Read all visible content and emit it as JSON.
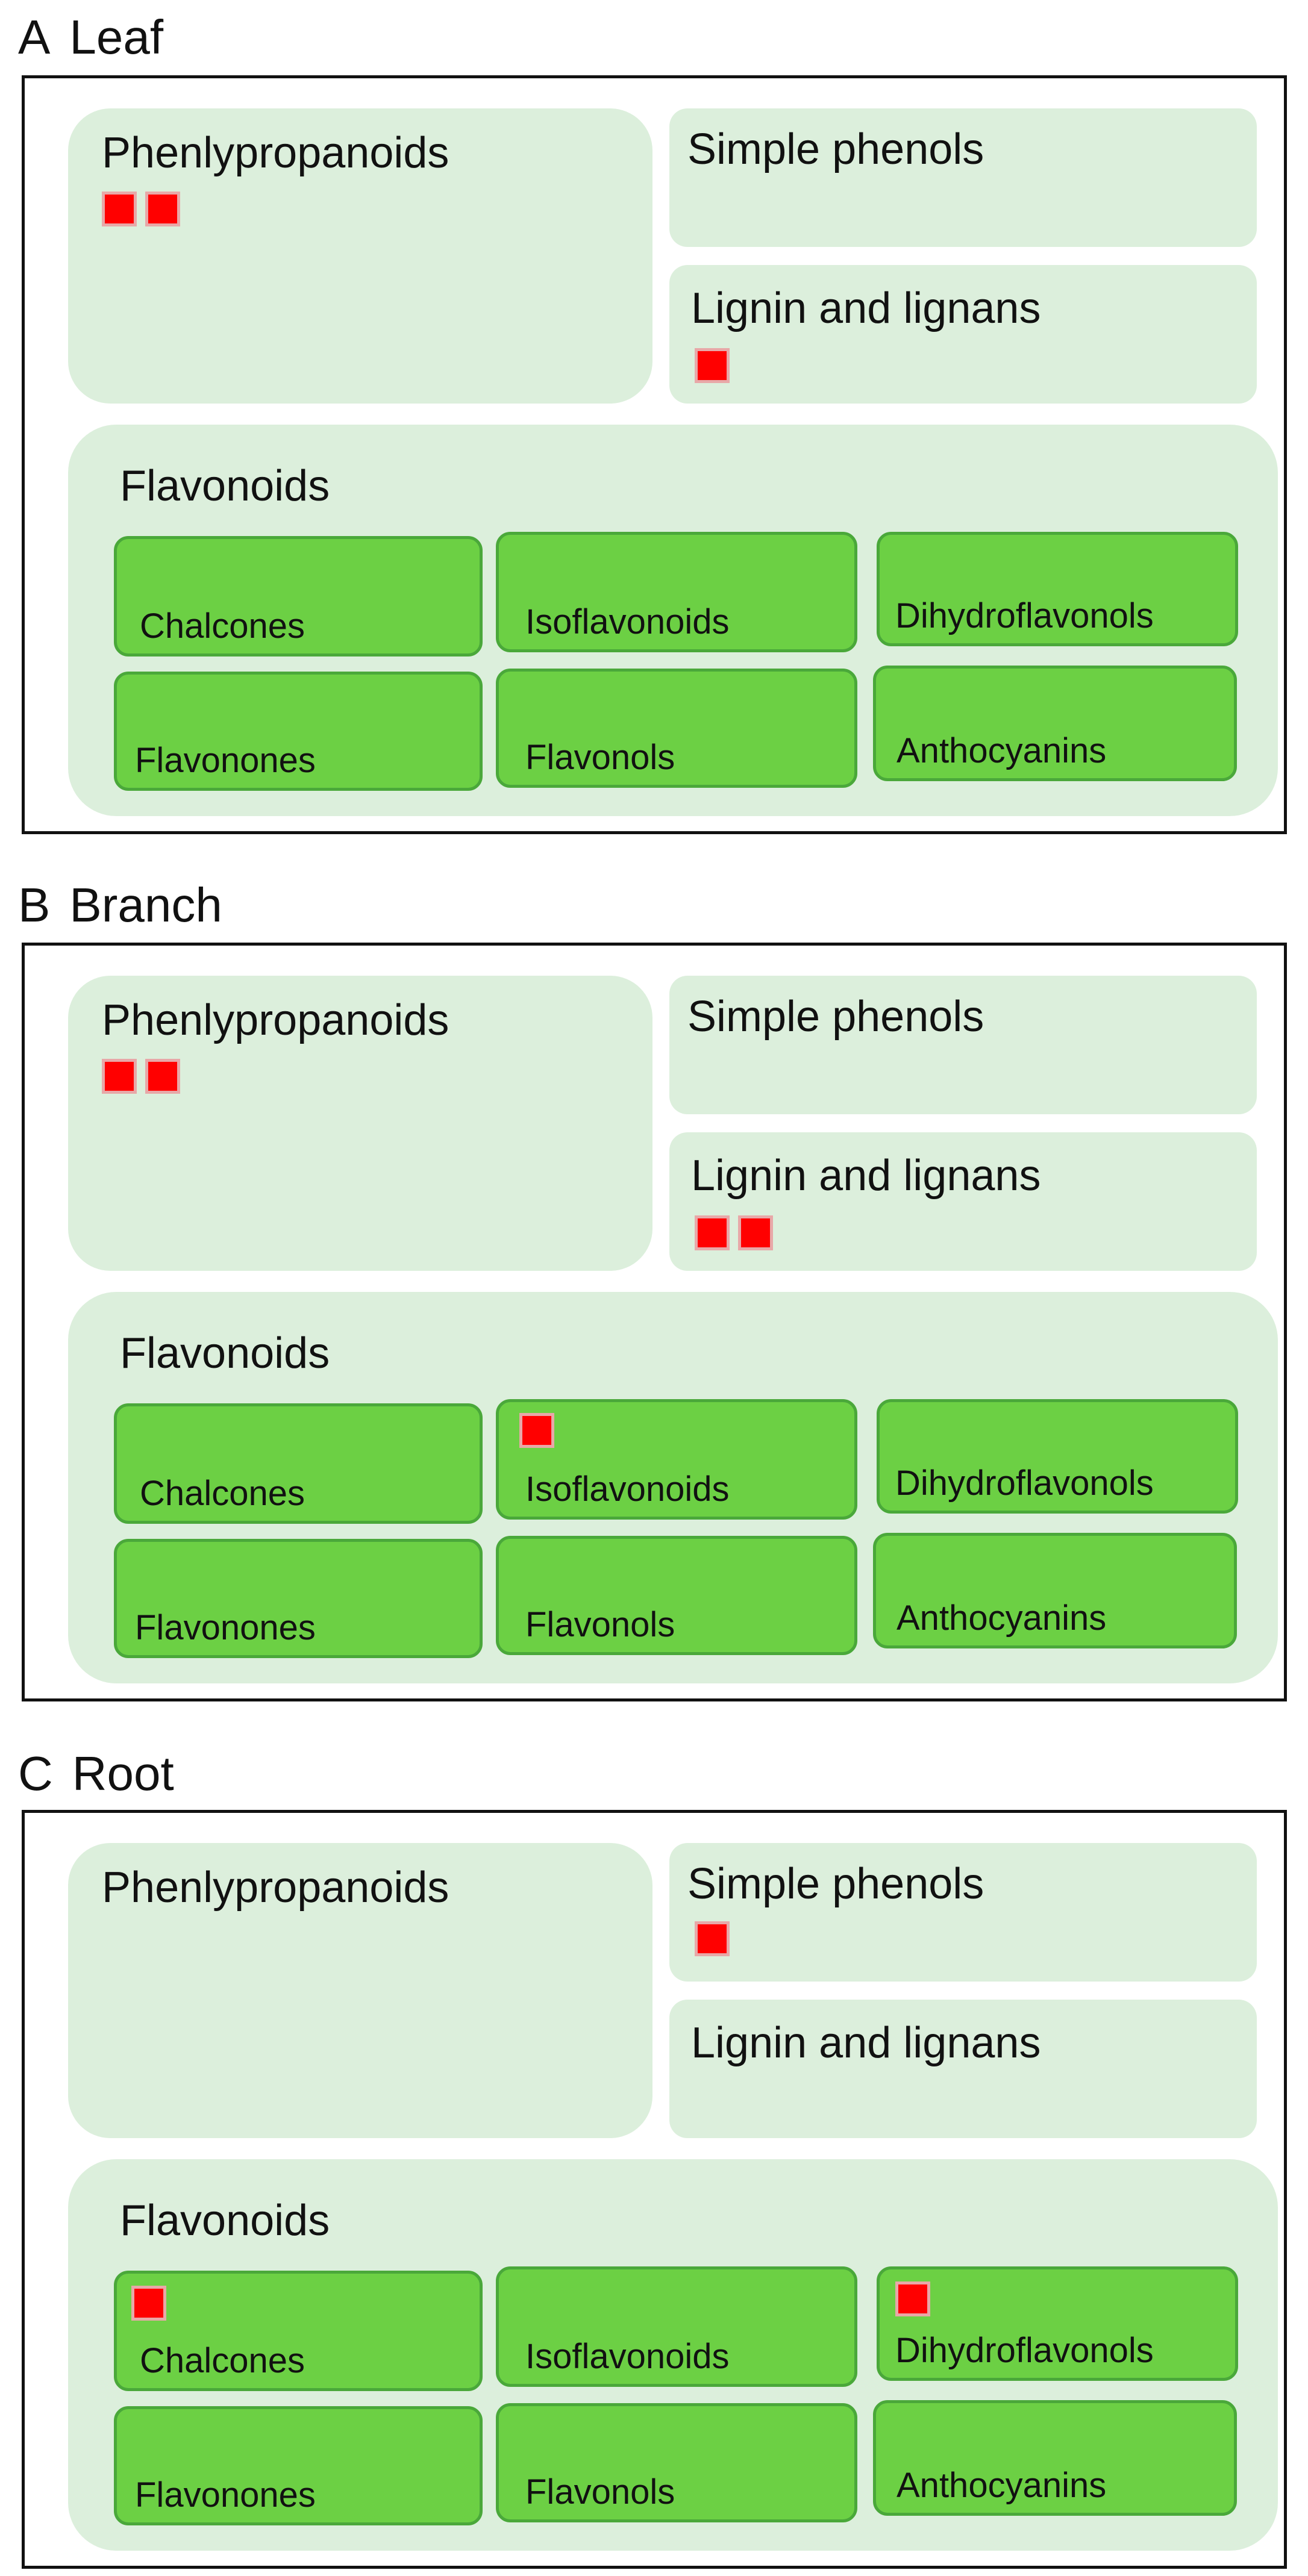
{
  "panels": [
    {
      "letter": "A",
      "name": "Leaf",
      "groups": {
        "phenylpropanoids": {
          "label": "Phenlypropanoids",
          "markers": 2
        },
        "simple_phenols": {
          "label": "Simple phenols",
          "markers": 0
        },
        "lignin": {
          "label": "Lignin and lignans",
          "markers": 1
        },
        "flavonoids": {
          "label": "Flavonoids"
        }
      },
      "subclasses": [
        {
          "label": "Chalcones",
          "markers": 0
        },
        {
          "label": "Isoflavonoids",
          "markers": 0
        },
        {
          "label": "Dihydroflavonols",
          "markers": 0
        },
        {
          "label": "Flavonones",
          "markers": 0
        },
        {
          "label": "Flavonols",
          "markers": 0
        },
        {
          "label": "Anthocyanins",
          "markers": 0
        }
      ]
    },
    {
      "letter": "B",
      "name": "Branch",
      "groups": {
        "phenylpropanoids": {
          "label": "Phenlypropanoids",
          "markers": 2
        },
        "simple_phenols": {
          "label": "Simple phenols",
          "markers": 0
        },
        "lignin": {
          "label": "Lignin and lignans",
          "markers": 2
        },
        "flavonoids": {
          "label": "Flavonoids"
        }
      },
      "subclasses": [
        {
          "label": "Chalcones",
          "markers": 0
        },
        {
          "label": "Isoflavonoids",
          "markers": 1
        },
        {
          "label": "Dihydroflavonols",
          "markers": 0
        },
        {
          "label": "Flavonones",
          "markers": 0
        },
        {
          "label": "Flavonols",
          "markers": 0
        },
        {
          "label": "Anthocyanins",
          "markers": 0
        }
      ]
    },
    {
      "letter": "C",
      "name": "Root",
      "groups": {
        "phenylpropanoids": {
          "label": "Phenlypropanoids",
          "markers": 0
        },
        "simple_phenols": {
          "label": "Simple phenols",
          "markers": 1
        },
        "lignin": {
          "label": "Lignin and lignans",
          "markers": 0
        },
        "flavonoids": {
          "label": "Flavonoids"
        }
      },
      "subclasses": [
        {
          "label": "Chalcones",
          "markers": 1
        },
        {
          "label": "Isoflavonoids",
          "markers": 0
        },
        {
          "label": "Dihydroflavonols",
          "markers": 1
        },
        {
          "label": "Flavonones",
          "markers": 0
        },
        {
          "label": "Flavonols",
          "markers": 0
        },
        {
          "label": "Anthocyanins",
          "markers": 0
        }
      ]
    }
  ],
  "colors": {
    "group_fill": "#dcefdc",
    "subclass_fill": "#6cd044",
    "subclass_border": "#4aa83a",
    "marker": "#ff0000",
    "frame": "#111111"
  }
}
